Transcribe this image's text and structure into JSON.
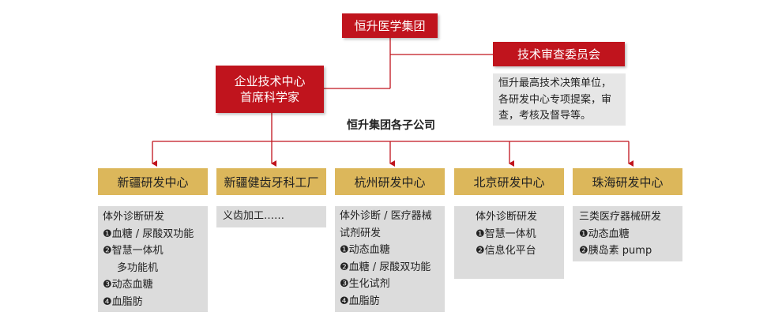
{
  "root": {
    "label": "恒升医学集团"
  },
  "committee": {
    "label": "技术审查委员会",
    "note_lines": [
      "恒升最高技术决策单位，",
      "各研发中心专项提案，审",
      "查，考核及督导等。"
    ]
  },
  "enterprise_center": {
    "label_line1": "企业技术中心",
    "label_line2": "首席科学家"
  },
  "subsidiaries_caption": "恒升集团各子公司",
  "centers": [
    {
      "label": "新疆研发中心",
      "details": [
        "体外诊断研发",
        "❶血糖 / 尿酸双功能",
        "❷智慧一体机",
        "多功能机",
        "❸动态血糖",
        "❹血脂肪"
      ]
    },
    {
      "label": "新疆健齿牙科工厂",
      "details": [
        "义齿加工……"
      ]
    },
    {
      "label": "杭州研发中心",
      "details": [
        "体外诊断 / 医疗器械",
        "试剂研发",
        "❶动态血糖",
        "❷血糖 / 尿酸双功能",
        "❸生化试剂",
        "❹血脂肪"
      ]
    },
    {
      "label": "北京研发中心",
      "details": [
        "体外诊断研发",
        "❶智慧一体机",
        "❷信息化平台"
      ]
    },
    {
      "label": "珠海研发中心",
      "details": [
        "三类医疗器械研发",
        "❶动态血糖",
        "❷胰岛素 pump"
      ]
    }
  ],
  "colors": {
    "red": "#c0141d",
    "gold": "#dcb75b",
    "grey": "#dcdcdc"
  }
}
